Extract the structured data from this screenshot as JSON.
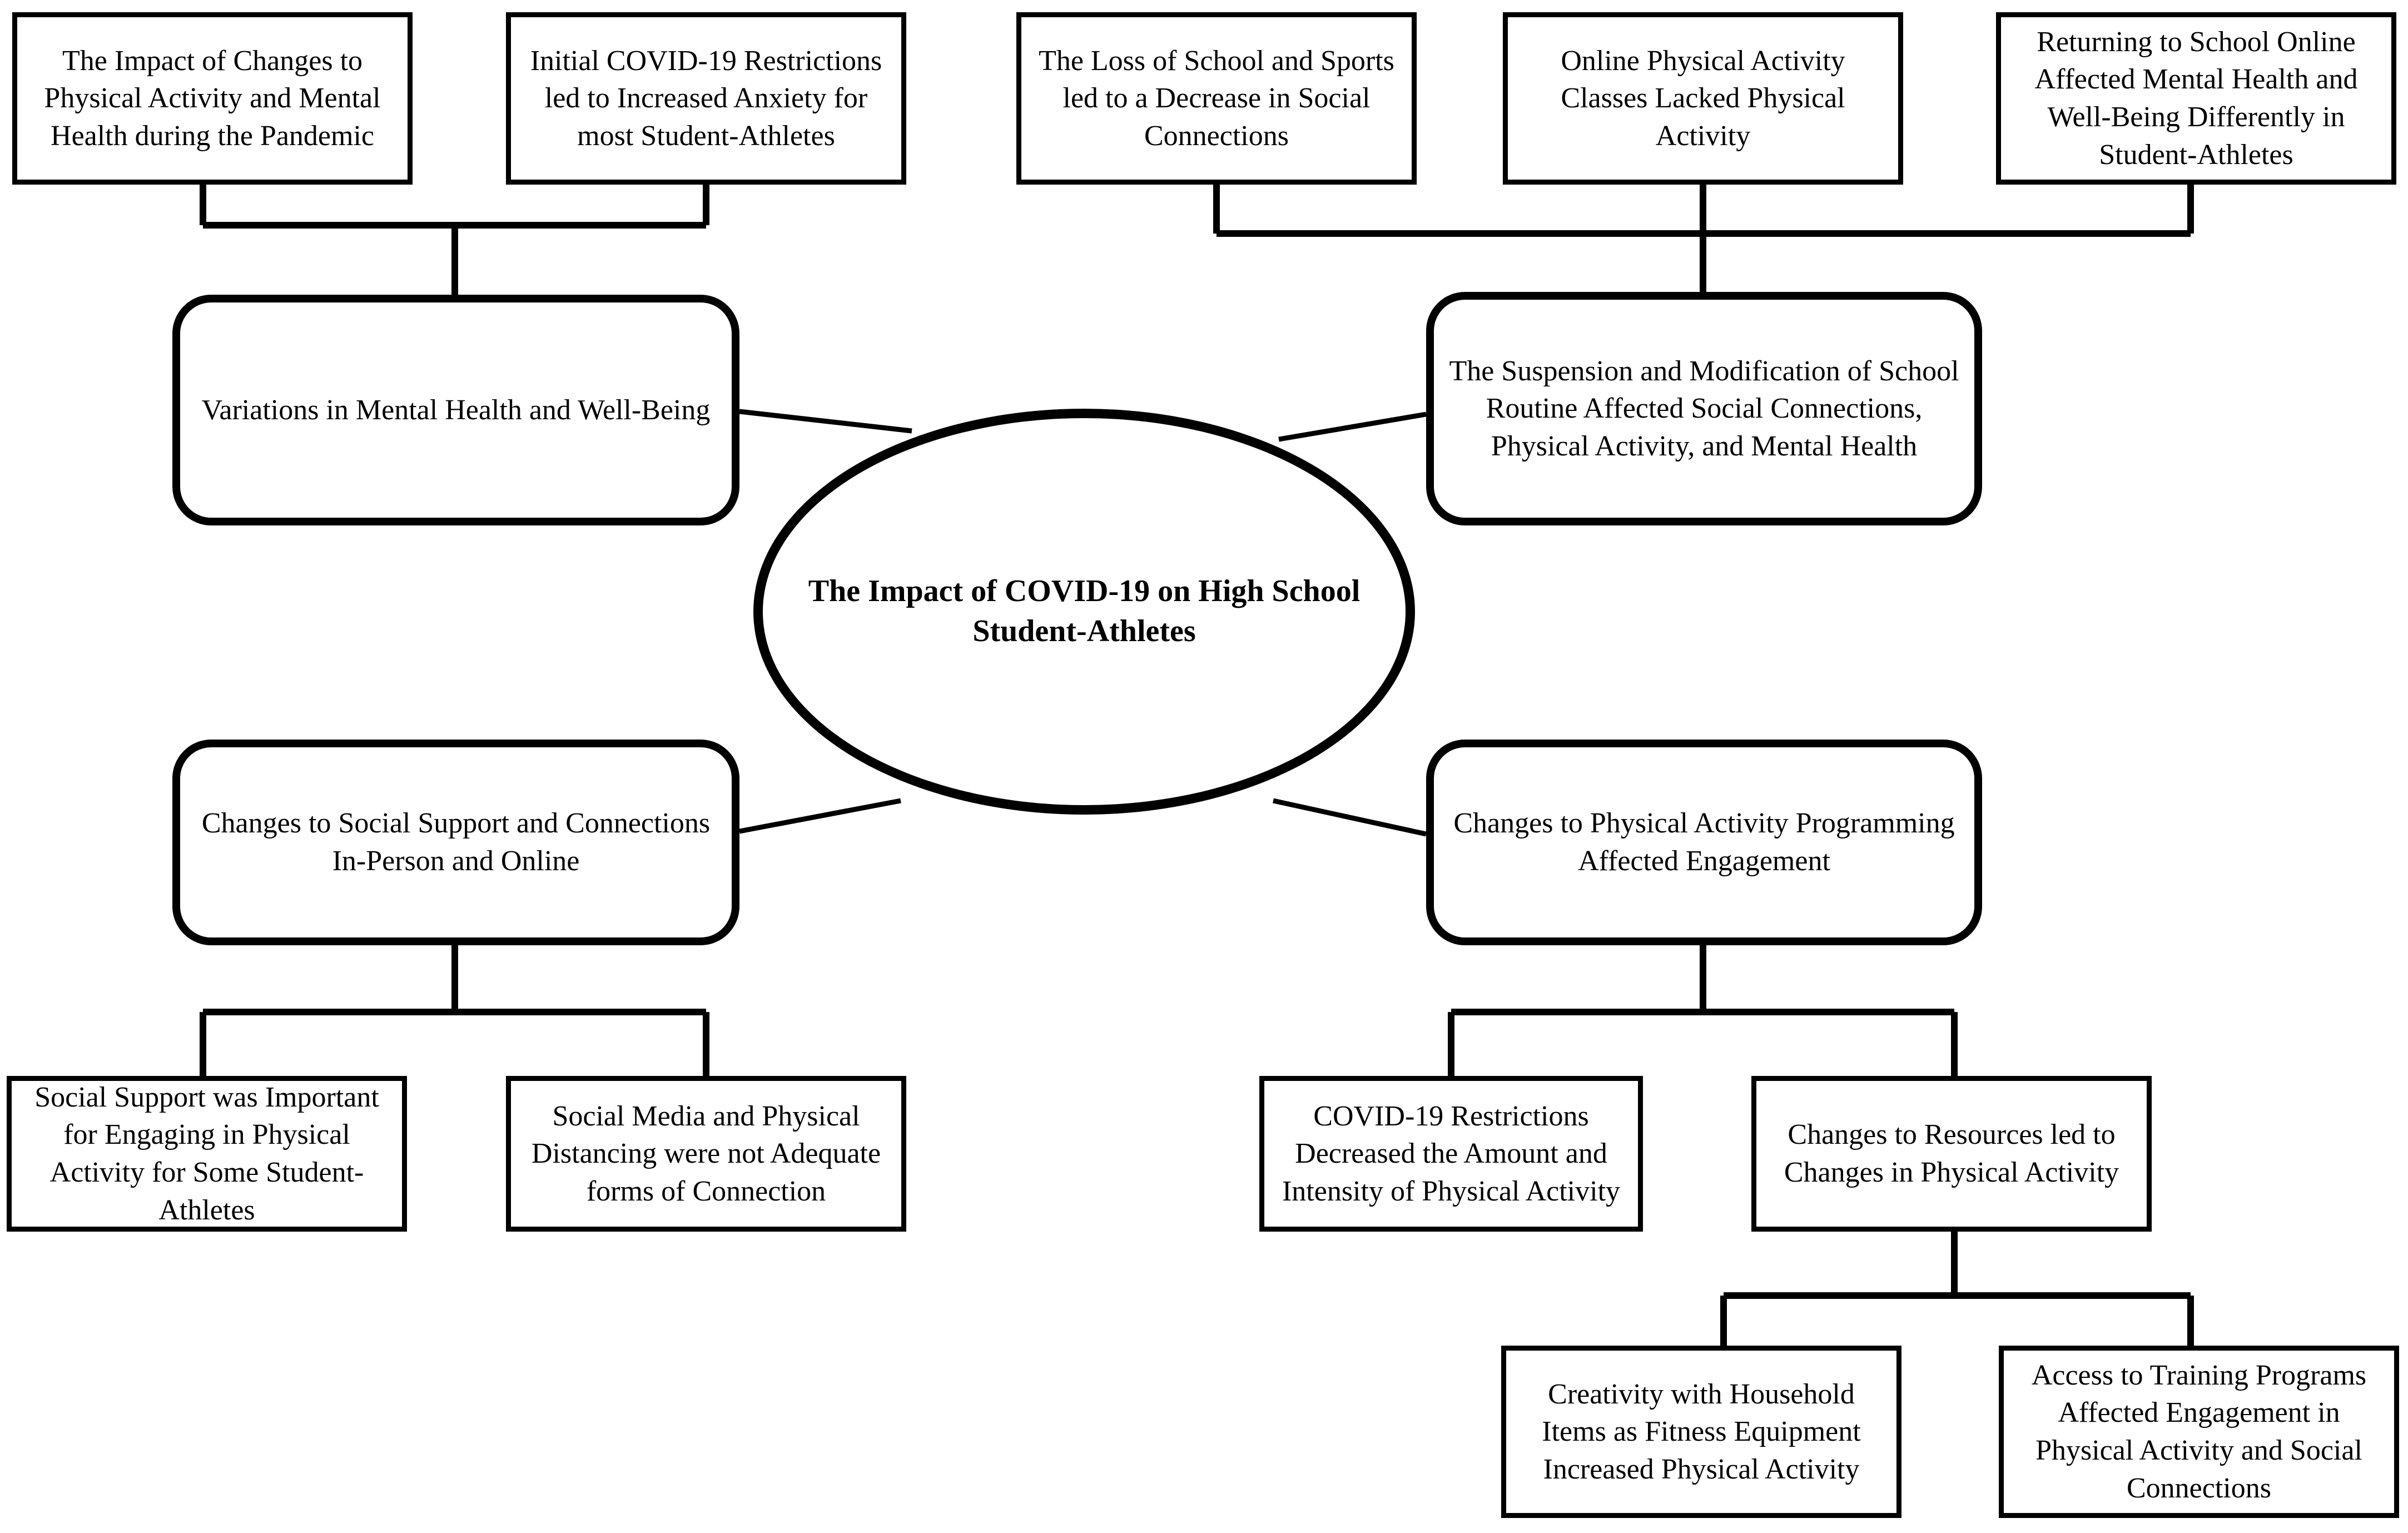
{
  "diagram": {
    "type": "concept-map",
    "title": "The Impact of COVID-19 on High School Student-Athletes",
    "center": {
      "label": "The Impact of COVID-19 on High School Student-Athletes"
    },
    "themes": [
      {
        "id": "theme-mental-health",
        "label": "Variations in Mental Health and Well-Being"
      },
      {
        "id": "theme-school-routine",
        "label": "The Suspension and Modification of School Routine Affected Social Connections, Physical Activity, and Mental Health"
      },
      {
        "id": "theme-social-support",
        "label": "Changes to Social Support and Connections In-Person and Online"
      },
      {
        "id": "theme-pa-programming",
        "label": "Changes to Physical Activity Programming Affected Engagement"
      }
    ],
    "subthemes": [
      {
        "id": "sub-impact-changes",
        "parent": "theme-mental-health",
        "label": "The Impact of Changes to Physical Activity and Mental Health during the Pandemic"
      },
      {
        "id": "sub-initial-restrictions",
        "parent": "theme-mental-health",
        "label": "Initial COVID-19 Restrictions led to Increased Anxiety for most Student-Athletes"
      },
      {
        "id": "sub-loss-school-sports",
        "parent": "theme-school-routine",
        "label": "The Loss of School and Sports led to a Decrease in Social Connections"
      },
      {
        "id": "sub-online-pa-classes",
        "parent": "theme-school-routine",
        "label": "Online Physical Activity Classes Lacked Physical Activity"
      },
      {
        "id": "sub-returning-online",
        "parent": "theme-school-routine",
        "label": "Returning to School Online Affected Mental Health and Well-Being Differently in Student-Athletes"
      },
      {
        "id": "sub-social-support-important",
        "parent": "theme-social-support",
        "label": "Social Support was Important for Engaging in Physical Activity for Some Student-Athletes"
      },
      {
        "id": "sub-social-media",
        "parent": "theme-social-support",
        "label": "Social Media and Physical Distancing were not Adequate forms of Connection"
      },
      {
        "id": "sub-restrictions-decreased",
        "parent": "theme-pa-programming",
        "label": "COVID-19 Restrictions Decreased the Amount and Intensity of Physical Activity"
      },
      {
        "id": "sub-changes-resources",
        "parent": "theme-pa-programming",
        "label": "Changes to Resources led to Changes in Physical Activity"
      },
      {
        "id": "sub-creativity-household",
        "parent": "sub-changes-resources",
        "label": "Creativity with Household Items as Fitness Equipment Increased Physical Activity"
      },
      {
        "id": "sub-access-training",
        "parent": "sub-changes-resources",
        "label": "Access to Training Programs Affected Engagement in Physical Activity and Social Connections"
      }
    ],
    "colors": {
      "stroke": "#000000",
      "fill": "#ffffff",
      "text": "#000000"
    }
  }
}
